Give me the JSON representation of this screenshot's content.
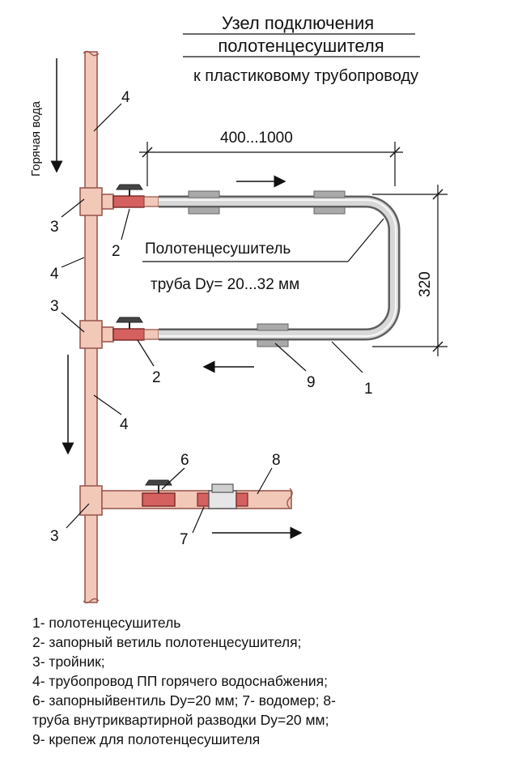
{
  "title": {
    "line1": "Узел подключения",
    "line2": "полотенцесушителя",
    "line3": "к пластиковому трубопроводу"
  },
  "side_label": "Горячая вода",
  "dimensions": {
    "width": "400...1000",
    "height": "320"
  },
  "annotations": {
    "dryer_name": "Полотенцесушитель",
    "dryer_pipe": "труба Dy= 20...32 мм"
  },
  "callouts": {
    "c4a": "4",
    "c3a": "3",
    "c2a": "2",
    "c4b": "4",
    "c3b": "3",
    "c2b": "2",
    "c9": "9",
    "c1": "1",
    "c4c": "4",
    "c6": "6",
    "c8": "8",
    "c3c": "3",
    "c7": "7"
  },
  "legend": [
    "1- полотенцесушитель",
    "2- запорный ветиль полотенцесушителя;",
    "3- тройник;",
    "4- трубопровод ПП горячего водоснабжения;",
    "6- запорныйвентиль Dy=20 мм; 7- водомер; 8-",
    "труба внутриквартирной разводки Dy=20 мм;",
    "9- крепеж для полотенцесушителя"
  ],
  "colors": {
    "pipe_pp": "#f2c8b8",
    "pipe_outline": "#9a5a50",
    "valve": "#c94545",
    "steel": "#b8b8b8"
  }
}
